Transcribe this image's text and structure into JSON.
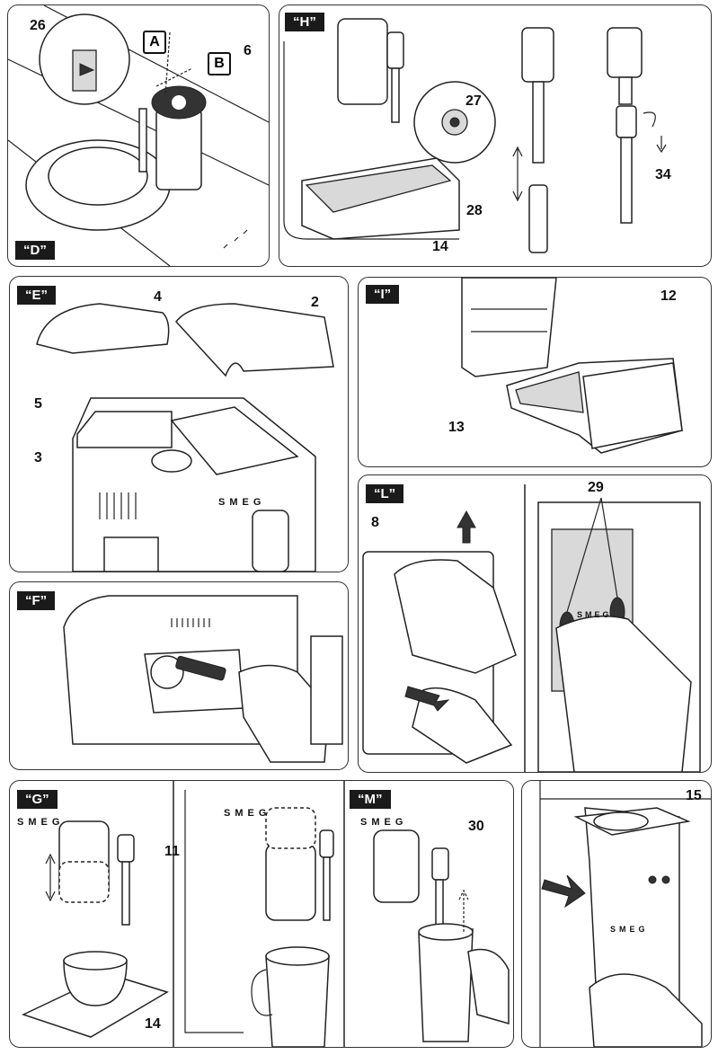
{
  "figures": {
    "D": {
      "tag": "“D”",
      "labels": {
        "part26": "26",
        "part6": "6",
        "position_a": "A",
        "position_b": "B"
      }
    },
    "H": {
      "tag": "“H”",
      "labels": {
        "part27": "27",
        "part28": "28",
        "part14": "14",
        "part34": "34"
      }
    },
    "E": {
      "tag": "“E”",
      "labels": {
        "part4": "4",
        "part2": "2",
        "part5": "5",
        "part3": "3"
      },
      "brand": "SMEG"
    },
    "I": {
      "tag": "“I”",
      "labels": {
        "part12": "12",
        "part13": "13"
      }
    },
    "F": {
      "tag": "“F”"
    },
    "L": {
      "tag": "“L”",
      "labels": {
        "part8": "8",
        "part29": "29"
      },
      "brand": "SMEG"
    },
    "G": {
      "tag": "“G”",
      "labels": {
        "part11": "11",
        "part14": "14"
      },
      "brand": "SMEG"
    },
    "M": {
      "tag": "“M”",
      "labels": {
        "part30": "30"
      },
      "brand": "SMEG"
    },
    "unlabeled": {
      "labels": {
        "part15": "15"
      },
      "brand": "SMEG"
    }
  }
}
